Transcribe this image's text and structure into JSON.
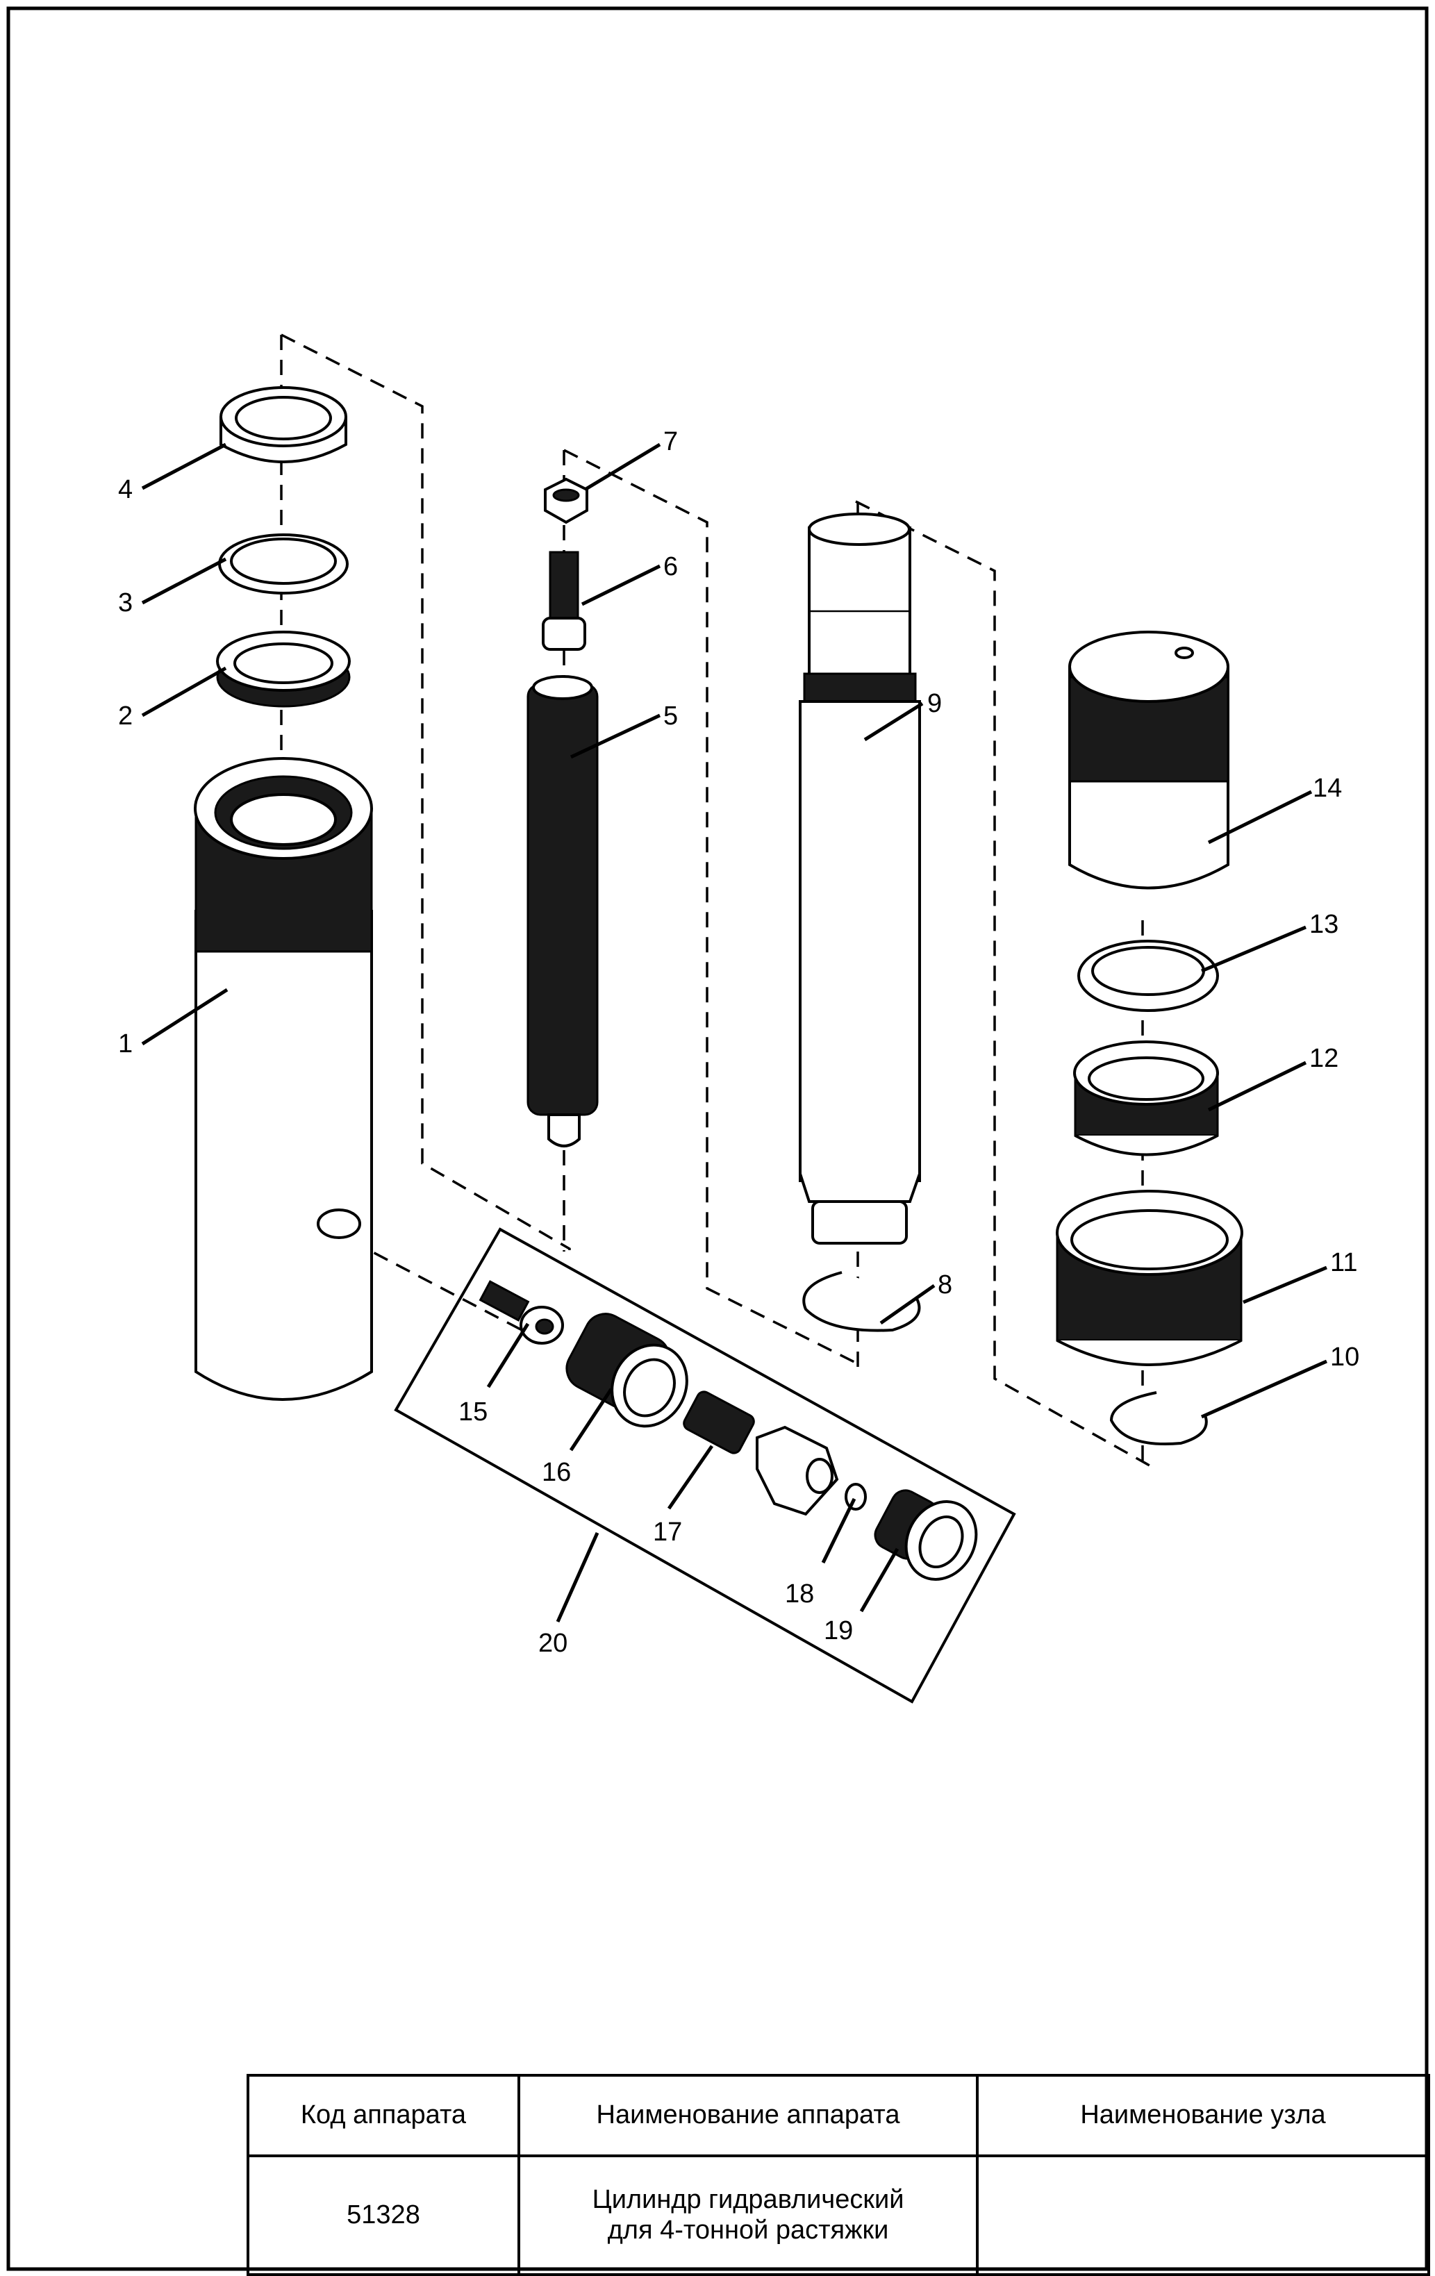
{
  "callouts": [
    "1",
    "2",
    "3",
    "4",
    "5",
    "6",
    "7",
    "8",
    "9",
    "10",
    "11",
    "12",
    "13",
    "14",
    "15",
    "16",
    "17",
    "18",
    "19",
    "20"
  ],
  "title_block": {
    "header": {
      "device_code": "Код аппарата",
      "device_name": "Наименование аппарата",
      "unit_name": "Наименование узла"
    },
    "values": {
      "device_code": "51328",
      "device_name_line1": "Цилиндр гидравлический",
      "device_name_line2": "для 4-тонной растяжки",
      "unit_name": ""
    }
  }
}
